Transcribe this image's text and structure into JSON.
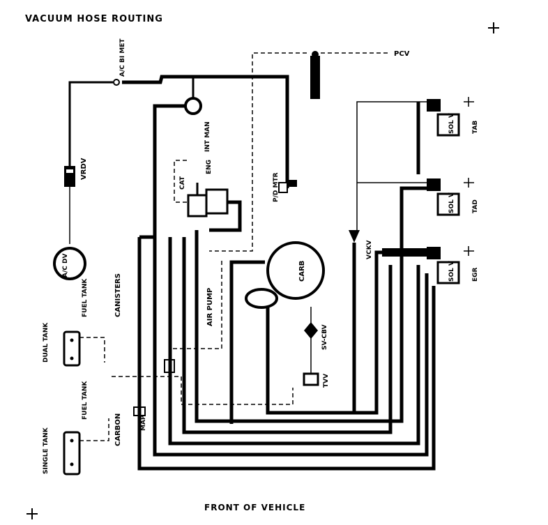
{
  "title": "VACUUM HOSE ROUTING",
  "footer": "FRONT OF VEHICLE",
  "labels": {
    "ac_bi_met": "A/C BI MET",
    "int_man": "INT MAN",
    "vrdv": "VRDV",
    "ac_dv": "A/C DV",
    "canisters": "CANISTERS",
    "fuel_tank_1": "FUEL TANK",
    "dual_tank": "DUAL TANK",
    "fuel_tank_2": "FUEL TANK",
    "single_tank": "SINGLE TANK",
    "carbon": "CARBON",
    "map": "MAP",
    "cat": "CAT",
    "eng": "ENG",
    "air_pump": "AIR PUMP",
    "pd_mtr": "P/D MTR",
    "pcv": "PCV",
    "carb": "CARB",
    "sv_cbv": "SV-CBV",
    "tvv": "TVV",
    "vckv": "VCKV",
    "sol_1": "SOL V",
    "sol_2": "SOL V",
    "sol_3": "SOL V",
    "tab": "TAB",
    "tad": "TAD",
    "egr": "EGR"
  }
}
